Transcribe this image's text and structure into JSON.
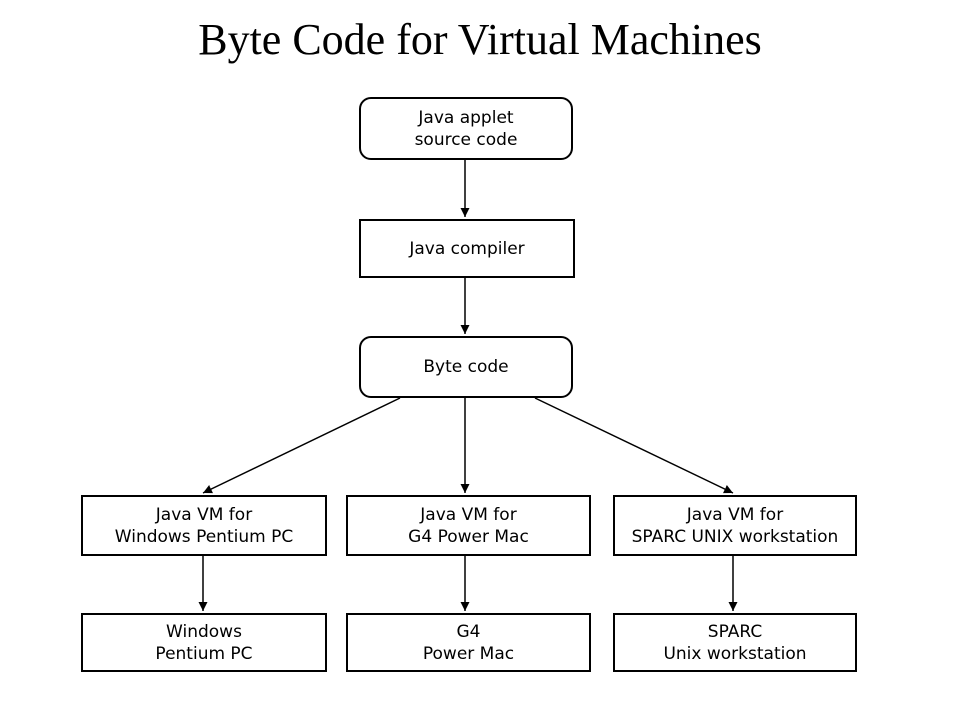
{
  "title": "Byte Code for Virtual Machines",
  "nodes": {
    "source": "Java applet\nsource code",
    "compiler": "Java compiler",
    "bytecode": "Byte code",
    "vm_windows": "Java VM for\nWindows Pentium PC",
    "vm_g4": "Java VM for\nG4 Power Mac",
    "vm_sparc": "Java VM for\nSPARC UNIX workstation",
    "hw_windows": "Windows\nPentium PC",
    "hw_g4": "G4\nPower Mac",
    "hw_sparc": "SPARC\nUnix workstation"
  }
}
